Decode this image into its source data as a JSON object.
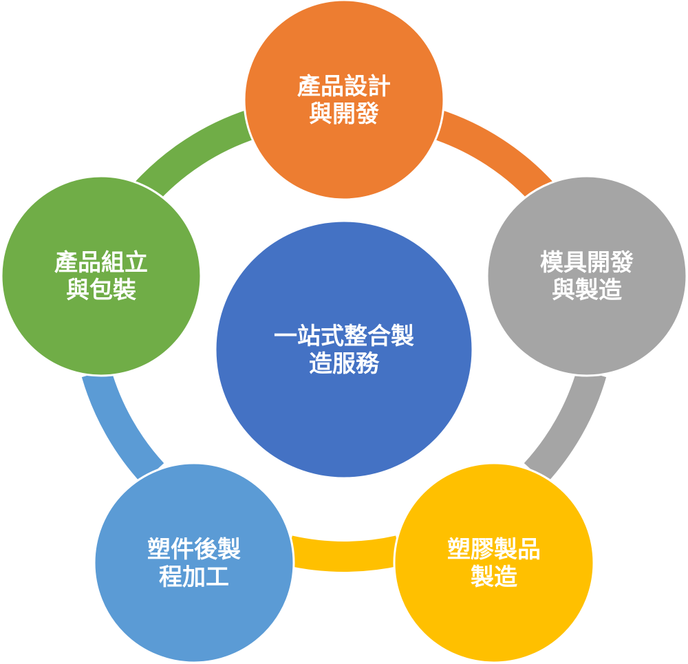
{
  "center": {
    "line1": "一站式整合製",
    "line2": "造服務",
    "color": "#4472C4"
  },
  "nodes": [
    {
      "id": "design",
      "line1": "產品設計",
      "line2": "與開發",
      "color": "#ED7D31",
      "arc_color": "#ED7D31"
    },
    {
      "id": "mold",
      "line1": "模具開發",
      "line2": "與製造",
      "color": "#A5A5A5",
      "arc_color": "#A5A5A5"
    },
    {
      "id": "molding",
      "line1": "塑膠製品",
      "line2": "製造",
      "color": "#FFC000",
      "arc_color": "#FFC000"
    },
    {
      "id": "post",
      "line1": "塑件後製",
      "line2": "程加工",
      "color": "#5B9BD5",
      "arc_color": "#5B9BD5"
    },
    {
      "id": "assembly",
      "line1": "產品組立",
      "line2": "與包裝",
      "color": "#70AD47",
      "arc_color": "#70AD47"
    }
  ]
}
